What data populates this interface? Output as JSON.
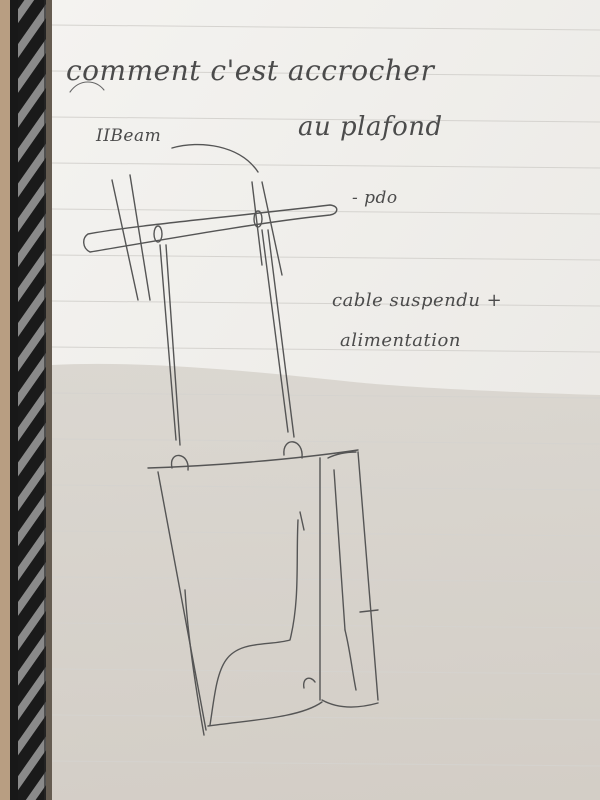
{
  "notes": {
    "line1": "comment c'est accrocher",
    "line2": "au plafond",
    "beam_label": "IIBeam",
    "pdo_label": "- pdo",
    "cable_line1": "cable suspendu +",
    "cable_line2": "alimentation"
  },
  "colors": {
    "paper": "#f3f1ec",
    "shadow": "#cfcac3",
    "pencil": "#555555",
    "binding_dark": "#1b1b1b",
    "binding_stripe": "#a7a7a7",
    "wood": "#bfa78a"
  }
}
